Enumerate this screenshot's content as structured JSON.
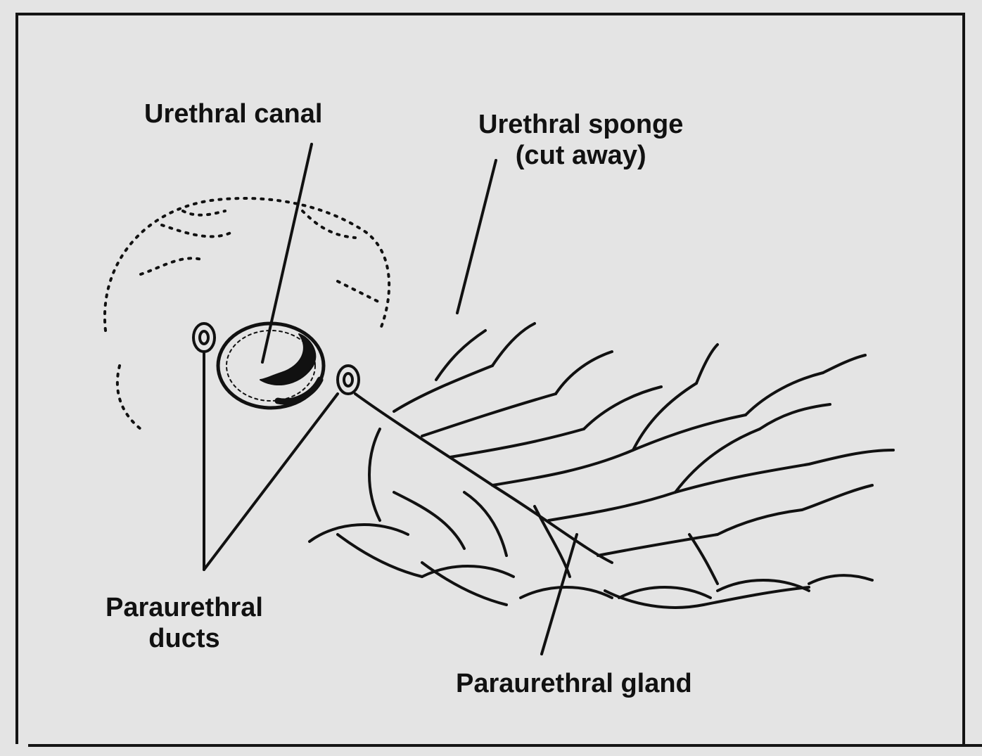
{
  "labels": {
    "urethral_canal": "Urethral canal",
    "urethral_sponge": {
      "line1": "Urethral sponge",
      "line2": "(cut away)"
    },
    "paraurethral_ducts": {
      "line1": "Paraurethral",
      "line2": "ducts"
    },
    "paraurethral_gland": "Paraurethral gland"
  },
  "colors": {
    "ink": "#111111",
    "paper": "#e4e4e4",
    "bleed_through": "#b6b6b6"
  }
}
